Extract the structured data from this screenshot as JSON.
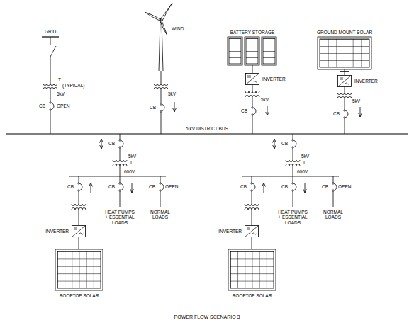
{
  "diagram": {
    "caption": "POWER FLOW SCENARIO 3",
    "nodes": [
      {
        "text": [
          "BATTERY STORAGE"
        ]
      },
      {
        "text": [
          "INVERTER"
        ]
      },
      {
        "text": [
          "GROUND MOUNT SOLAR"
        ]
      },
      {
        "text": [
          "INVERTER"
        ]
      },
      {
        "text": [
          "INVERTER"
        ]
      },
      {
        "text": [
          "ROOFTOP SOLAR"
        ]
      },
      {
        "text": [
          "INVERTER"
        ]
      },
      {
        "text": [
          "ROOFTOP SOLAR"
        ]
      }
    ],
    "edges": [
      {
        "from": 0,
        "to": 1,
        "arrow": "none"
      },
      {
        "from": 2,
        "to": 3,
        "arrow": "none"
      },
      {
        "from": 5,
        "to": 4,
        "arrow": "none"
      },
      {
        "from": 7,
        "to": 6,
        "arrow": "none"
      }
    ],
    "labels": [
      "GRID",
      "WIND",
      "T",
      "(TYPICAL)",
      "5kV",
      "CB",
      "OPEN",
      "5kV",
      "CB",
      "5kV",
      "CB",
      "5kV",
      "CB",
      "5 kV DISTRICT BUS",
      "CB",
      "5kV",
      "T",
      "600V",
      "CB",
      "CB",
      "CB",
      "OPEN",
      "HEAT PUMPS + ESSENTIAL LOADS",
      "NORMAL LOADS",
      "CB",
      "5kV",
      "T",
      "600V",
      "CB",
      "CB",
      "CB",
      "OPEN",
      "HEAT PUMPS + ESSENTIAL LOADS",
      "NORMAL LOADS"
    ]
  }
}
